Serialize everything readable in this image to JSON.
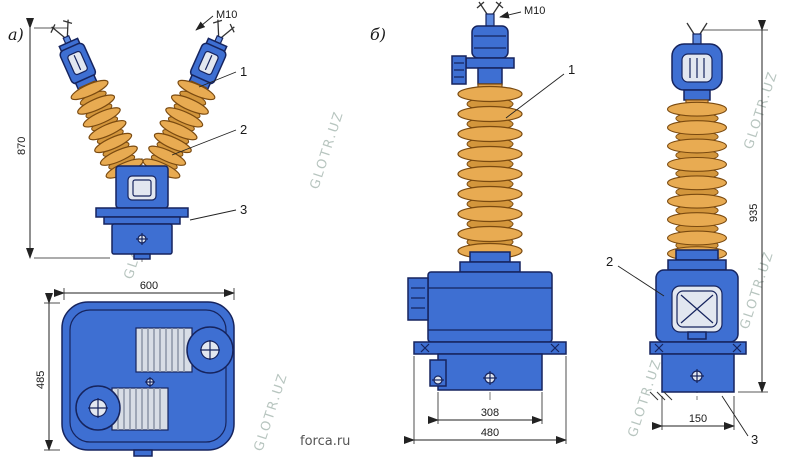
{
  "diagram": {
    "label_a": "а)",
    "label_b": "б)",
    "thread_a": "M10",
    "thread_b": "M10",
    "callouts_a": {
      "c1": "1",
      "c2": "2",
      "c3": "3"
    },
    "callouts_b": {
      "c1": "1",
      "c2": "2",
      "c3": "3"
    },
    "dims": {
      "height_a": "870",
      "width_top": "600",
      "depth_top": "485",
      "height_b": "935",
      "base_inner": "308",
      "base_outer": "480",
      "side_base": "150"
    },
    "watermark": "GLOTR.UZ",
    "footer": "forca.ru",
    "colors": {
      "body_blue": "#3e6fd2",
      "insulator_orange": "#e2a24e"
    }
  }
}
